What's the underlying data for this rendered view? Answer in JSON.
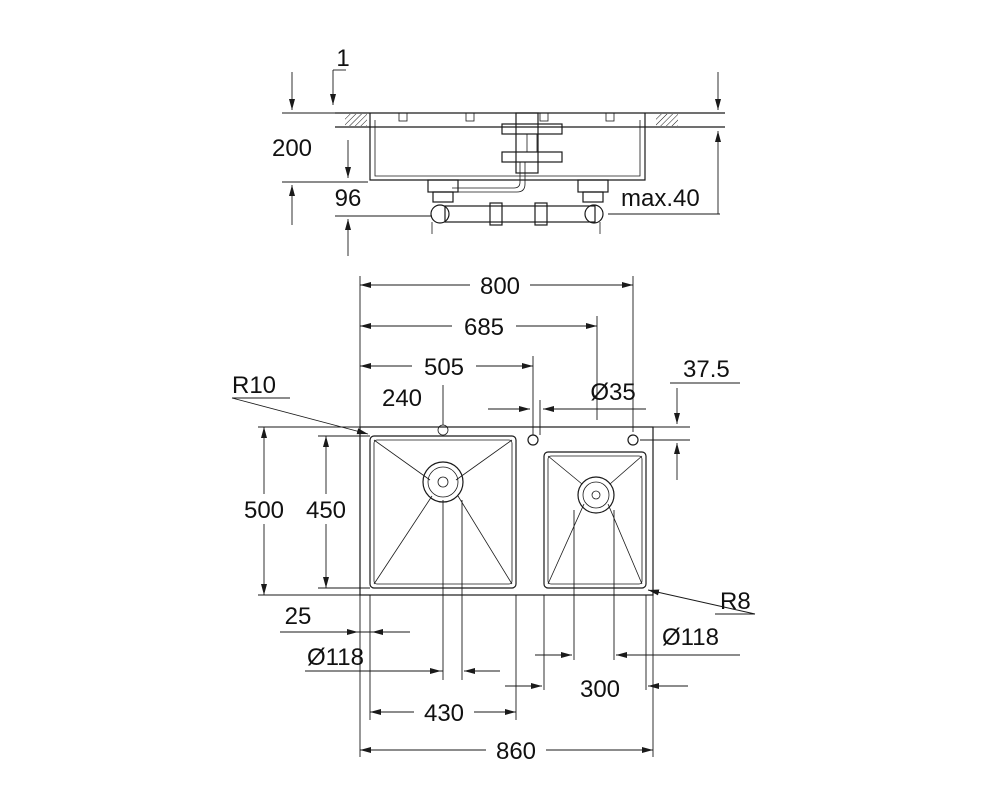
{
  "side_view": {
    "labels": {
      "thickness": "1",
      "height_total": "200",
      "height_under": "96",
      "max_offset": "max.40"
    }
  },
  "top_view": {
    "labels": {
      "overall_width": "800",
      "outlet_dist": "685",
      "tap_hole_pos": "505",
      "tap_hole_diam": "Ø35",
      "corner_radius_main": "R10",
      "waste_pos": "240",
      "edge_offset": "37.5",
      "height_total": "500",
      "bowl_depth": "450",
      "corner_radius_small": "R8",
      "rim_offset": "25",
      "waste_diam_left": "Ø118",
      "waste_diam_right": "Ø118",
      "small_bowl_width": "300",
      "main_bowl_width": "430",
      "total_width": "860"
    }
  }
}
